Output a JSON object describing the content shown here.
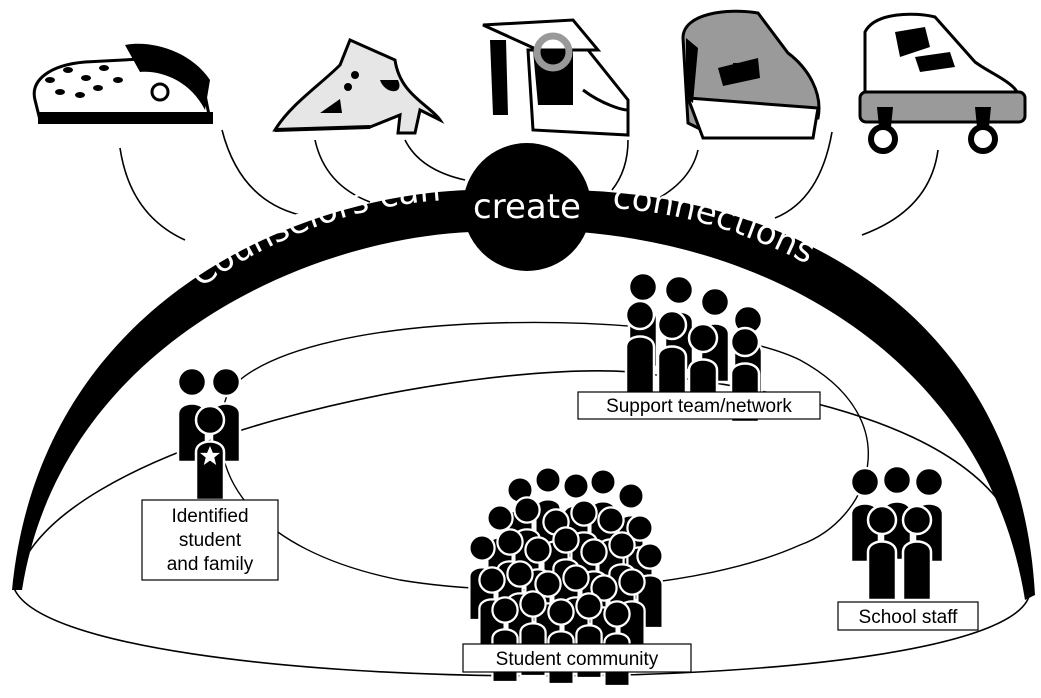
{
  "headline": {
    "before": "Counselors can",
    "center": "create",
    "after": "connections"
  },
  "labels": {
    "identified": [
      "Identified",
      "student",
      "and family"
    ],
    "support": "Support team/network",
    "school_staff": "School staff",
    "community": "Student community"
  },
  "icons": [
    "clog-shoe-icon",
    "pump-shoe-icon",
    "platform-sandal-icon",
    "sneaker-icon",
    "roller-skate-icon",
    "person-icon",
    "star-icon"
  ],
  "colors": {
    "ink": "#000000",
    "paper": "#ffffff",
    "shoe_light": "#e6e6e6",
    "shoe_mid": "#9a9a9a"
  }
}
